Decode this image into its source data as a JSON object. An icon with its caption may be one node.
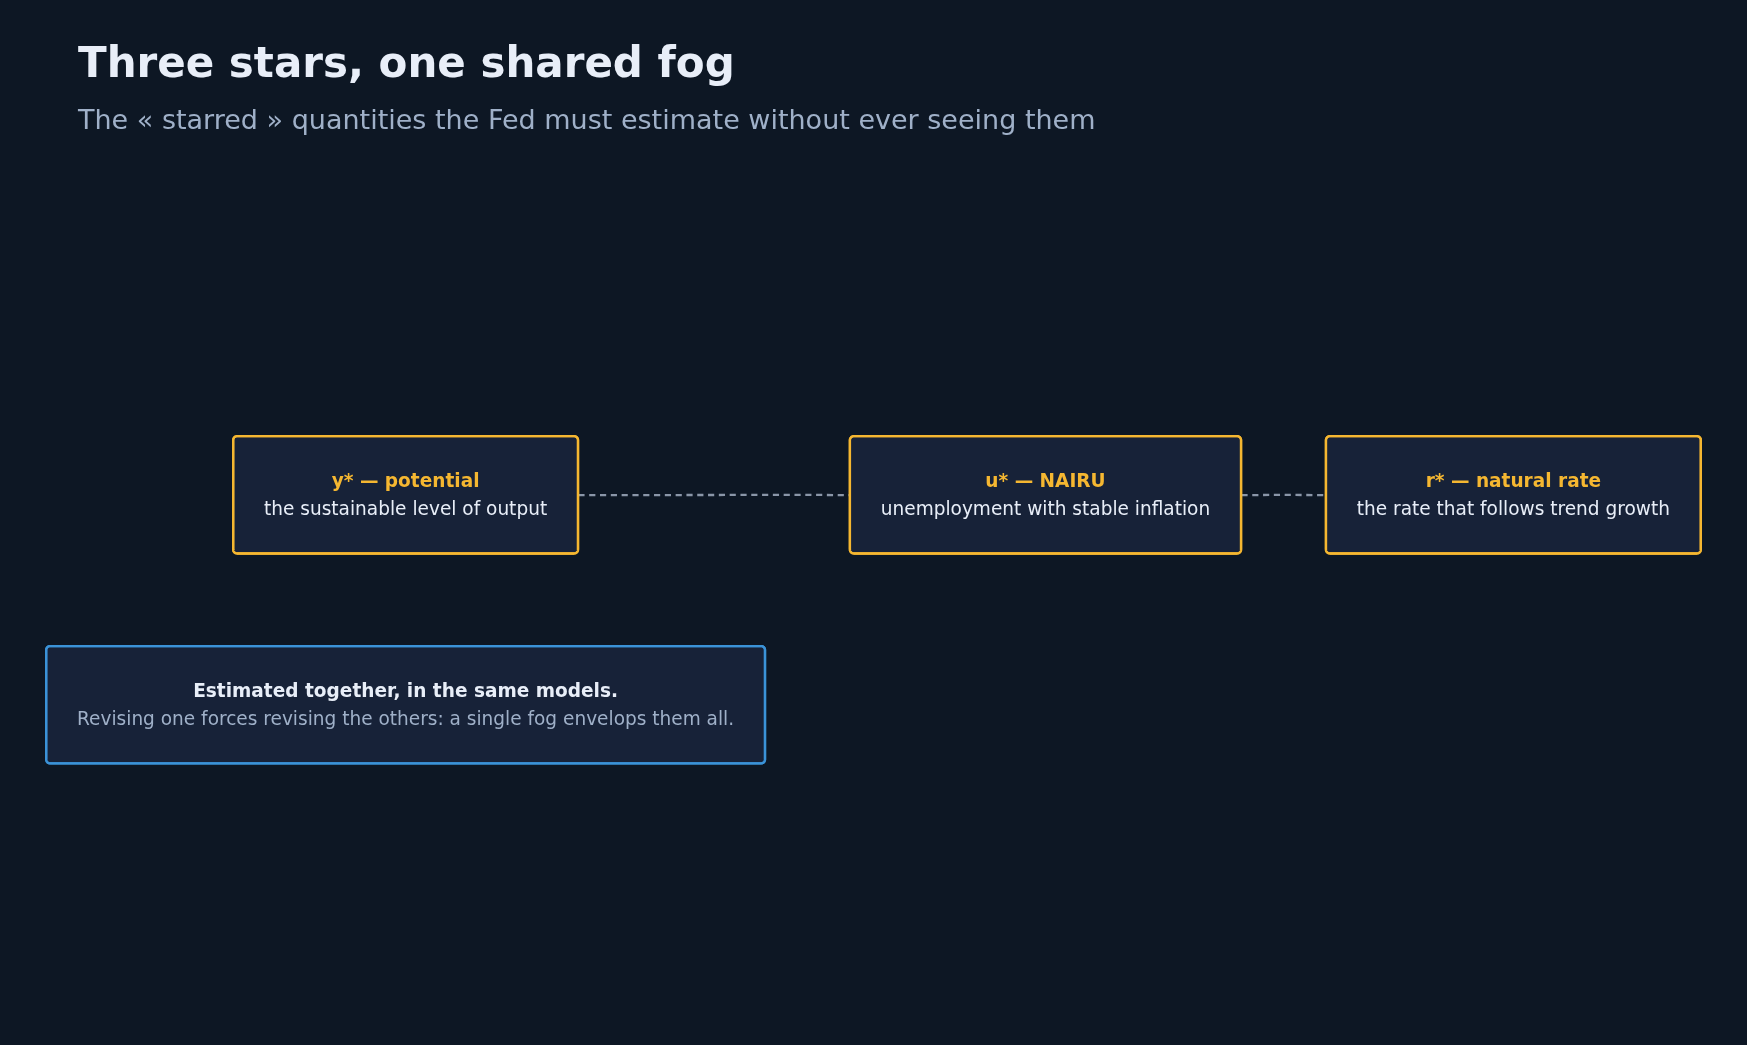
{
  "diagram": {
    "title": "Three stars, one shared fog",
    "nodes": [
      {
        "text": [
          "y* — potential",
          "the sustainable level of output"
        ]
      },
      {
        "text": [
          "u* — NAIRU",
          "unemployment with stable inflation"
        ]
      },
      {
        "text": [
          "r* — natural rate",
          "the rate that follows trend growth"
        ]
      },
      {
        "text": [
          "Estimated together, in the same models.",
          "Revising one forces revising the others: a single fog envelops them all."
        ]
      }
    ],
    "edges": [
      {
        "from": 0,
        "to": 1,
        "arrow": "none",
        "style": "dashed"
      },
      {
        "from": 1,
        "to": 2,
        "arrow": "none",
        "style": "dashed"
      }
    ],
    "labels": [
      "The « starred » quantities the Fed must estimate without ever seeing them"
    ]
  }
}
